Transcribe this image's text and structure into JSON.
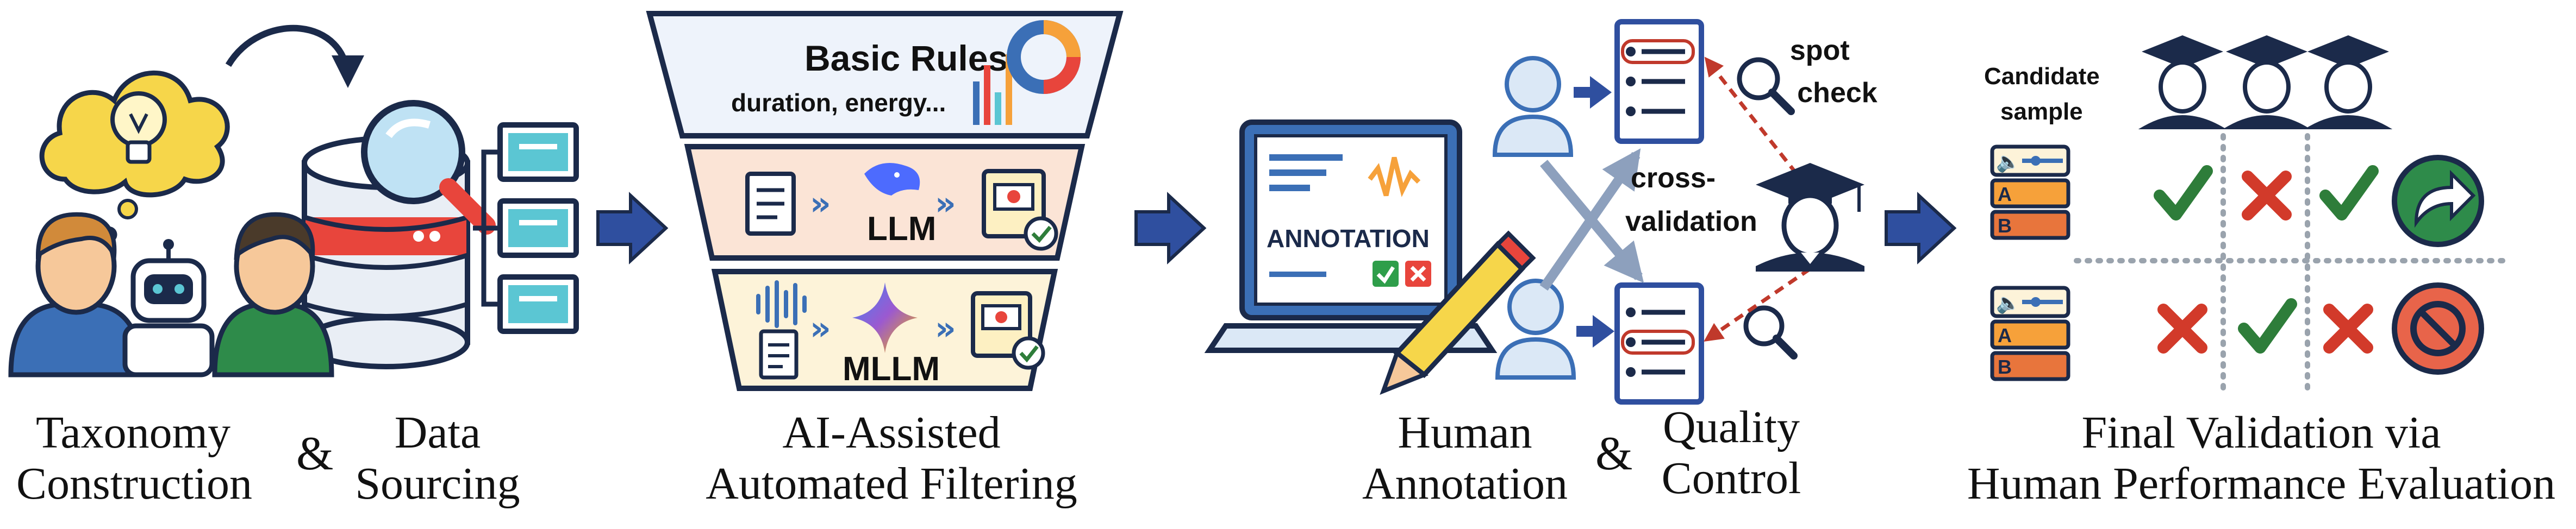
{
  "stages": [
    {
      "id": "taxonomy",
      "caption_left": [
        "Taxonomy",
        "Construction"
      ],
      "ampersand": "&",
      "caption_right": [
        "Data",
        "Sourcing"
      ],
      "icons": [
        "idea-cloud-icon",
        "database-icon",
        "magnifier-icon",
        "server-list-icon",
        "human-icon",
        "robot-icon"
      ]
    },
    {
      "id": "filtering",
      "caption": [
        "AI-Assisted",
        "Automated Filtering"
      ],
      "funnel": {
        "top_title": "Basic Rules",
        "top_subtitle": "duration, energy...",
        "middle_label": "LLM",
        "bottom_label": "MLLM"
      }
    },
    {
      "id": "annotation",
      "caption_left": [
        "Human",
        "Annotation"
      ],
      "ampersand": "&",
      "caption_right": [
        "Quality",
        "Control"
      ],
      "laptop_label": "ANNOTATION",
      "spot_check": [
        "spot",
        "check"
      ],
      "cross_validation": [
        "cross-",
        "validation"
      ]
    },
    {
      "id": "validation",
      "caption": [
        "Final Validation via",
        "Human Performance Evaluation"
      ],
      "candidate_label": [
        "Candidate",
        "sample"
      ],
      "option_letters": [
        "A",
        "B"
      ],
      "results_row1": [
        "check",
        "cross",
        "check"
      ],
      "results_row2": [
        "cross",
        "check",
        "cross"
      ],
      "outcome_row1": "accept-arrow-icon",
      "outcome_row2": "reject-icon"
    }
  ],
  "colors": {
    "stroke": "#1b2a4a",
    "arrow": "#2f4f9f",
    "blue_light": "#dbe8f6",
    "blue_mid": "#3b6fb6",
    "funnel_top": "#eef3fb",
    "funnel_mid": "#fbe4d6",
    "funnel_bot": "#fdf3d9",
    "green": "#2e7d3a",
    "red": "#d23a2a",
    "yellow": "#f6d64a",
    "teal": "#5bc6d3"
  }
}
